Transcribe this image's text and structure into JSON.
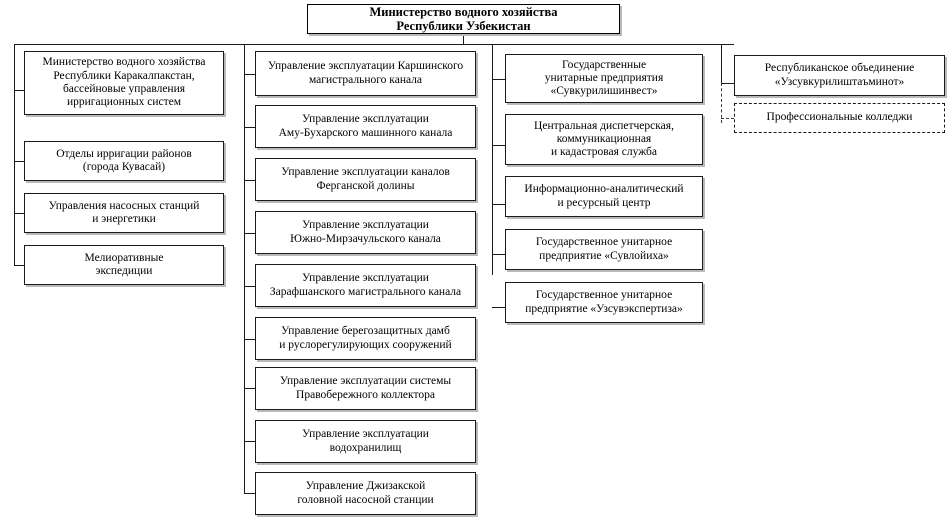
{
  "diagram": {
    "title_box": {
      "line1": "Министерство водного хозяйства",
      "line2": "Республики Узбекистан"
    },
    "columns": {
      "left": {
        "name": "regional-branch-column",
        "items": [
          {
            "lines": [
              "Министерство водного хозяйства",
              "Республики Каракалпакстан,",
              "бассейновые управления",
              "ирригационных систем"
            ]
          },
          {
            "lines": [
              "Отделы ирригации районов",
              "(города Кувасай)"
            ]
          },
          {
            "lines": [
              "Управления насосных станций",
              "и энергетики"
            ]
          },
          {
            "lines": [
              "Мелиоративные",
              "экспедиции"
            ]
          }
        ]
      },
      "middle": {
        "name": "canal-administrations-column",
        "items": [
          {
            "lines": [
              "Управление эксплуатации Каршинского",
              "магистрального канала"
            ]
          },
          {
            "lines": [
              "Управление эксплуатации",
              "Аму-Бухарского машинного канала"
            ]
          },
          {
            "lines": [
              "Управление эксплуатации каналов",
              "Ферганской долины"
            ]
          },
          {
            "lines": [
              "Управление эксплуатации",
              "Южно-Мирзачульского канала"
            ]
          },
          {
            "lines": [
              "Управление эксплуатации",
              "Зарафшанского магистрального канала"
            ]
          },
          {
            "lines": [
              "Управление берегозащитных дамб",
              "и руслорегулирующих сооружений"
            ]
          },
          {
            "lines": [
              "Управление эксплуатации системы",
              "Правобережного коллектора"
            ]
          },
          {
            "lines": [
              "Управление эксплуатации",
              "водохранилищ"
            ]
          },
          {
            "lines": [
              "Управление Джизакской",
              "головной насосной станции"
            ]
          }
        ]
      },
      "right": {
        "name": "state-enterprises-column",
        "items": [
          {
            "lines": [
              "Государственные",
              "унитарные предприятия",
              "«Сувкурилишинвест»"
            ]
          },
          {
            "lines": [
              "Центральная диспетчерская,",
              "коммуникационная",
              "и кадастровая служба"
            ]
          },
          {
            "lines": [
              "Информационно-аналитический",
              "и ресурсный центр"
            ]
          },
          {
            "lines": [
              "Государственное унитарное",
              "предприятие «Сувлойиха»"
            ]
          },
          {
            "lines": [
              "Государственное унитарное",
              "предприятие «Узсувэкспертиза»"
            ]
          }
        ]
      },
      "far_right": {
        "name": "association-column",
        "items": [
          {
            "lines": [
              "Республиканское объединение",
              "«Узсувкурилиштаъминот»"
            ],
            "style": "solid"
          },
          {
            "lines": [
              "Профессиональные колледжи"
            ],
            "style": "dashed"
          }
        ]
      }
    }
  },
  "colors": {
    "line": "#1a1a1a",
    "box_border": "#1a1a1a",
    "shadow": "#b9b9b9",
    "background": "#ffffff",
    "text": "#000000"
  }
}
